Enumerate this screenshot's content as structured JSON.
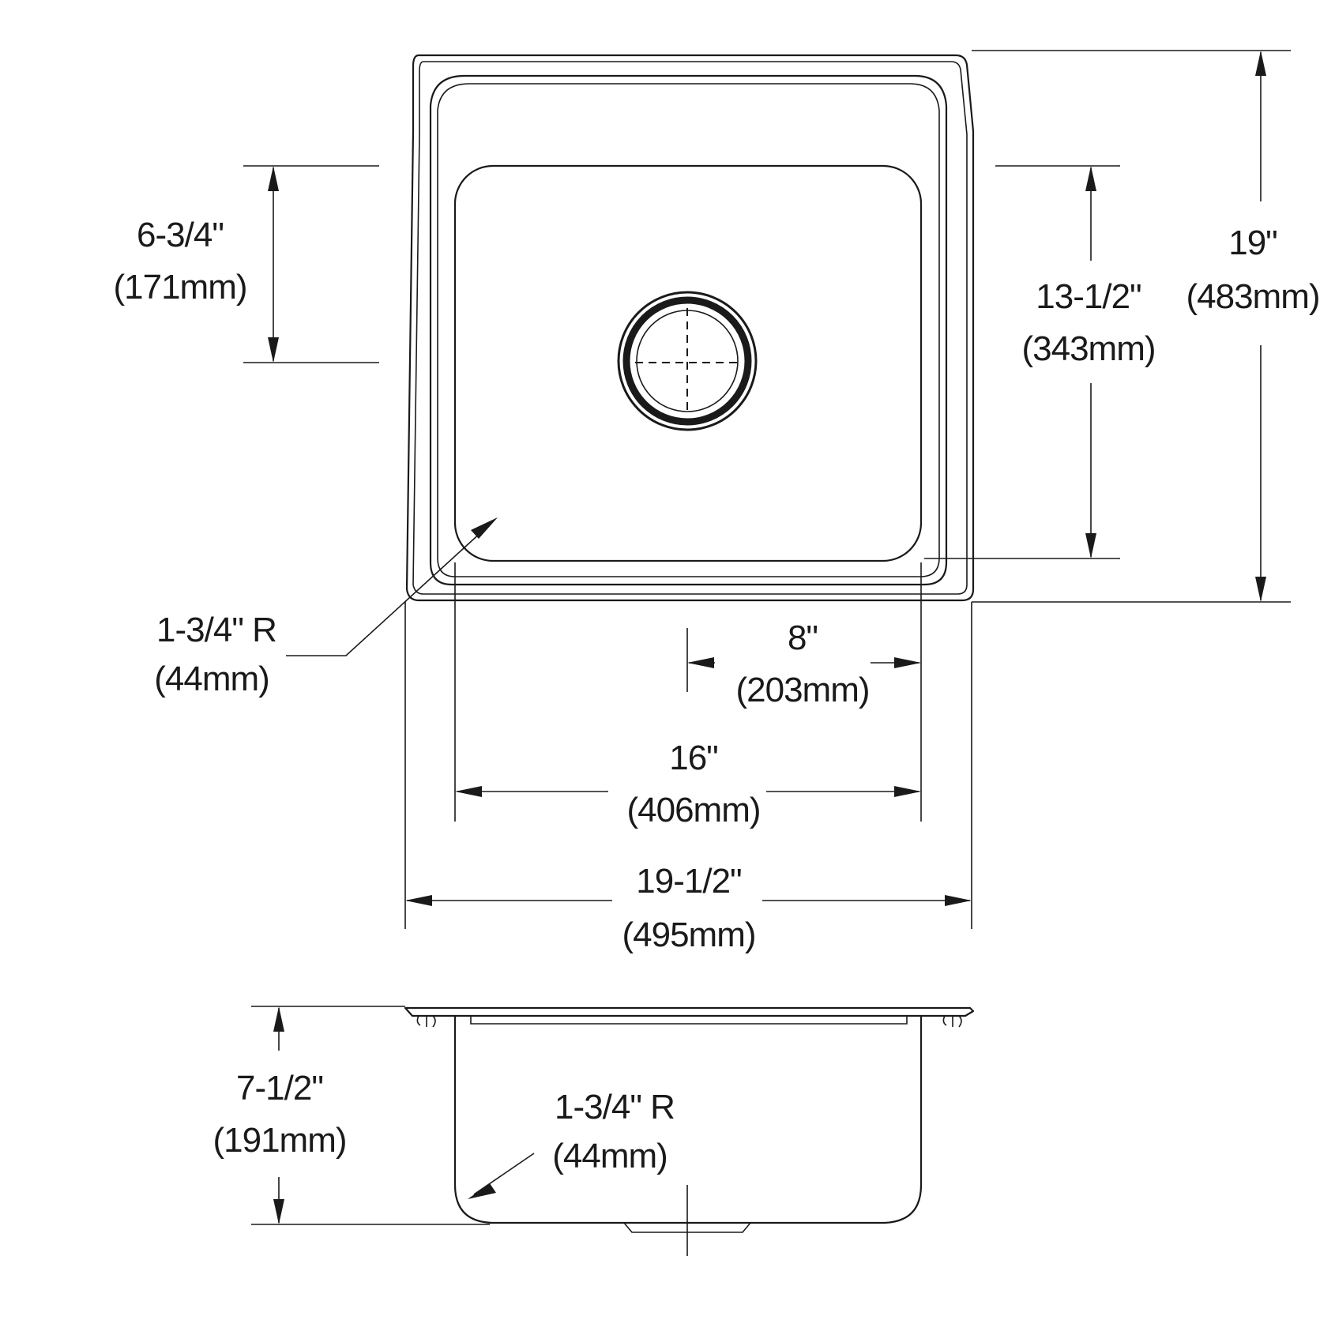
{
  "top_view": {
    "overall_length": {
      "imperial": "19\"",
      "metric": "(483mm)"
    },
    "overall_width": {
      "imperial": "19-1/2\"",
      "metric": "(495mm)"
    },
    "bowl_length": {
      "imperial": "13-1/2\"",
      "metric": "(343mm)"
    },
    "bowl_width": {
      "imperial": "16\"",
      "metric": "(406mm)"
    },
    "drain_to_back": {
      "imperial": "6-3/4\"",
      "metric": "(171mm)"
    },
    "drain_to_side": {
      "imperial": "8\"",
      "metric": "(203mm)"
    },
    "corner_radius": {
      "imperial": "1-3/4\" R",
      "metric": "(44mm)"
    }
  },
  "side_view": {
    "bowl_depth": {
      "imperial": "7-1/2\"",
      "metric": "(191mm)"
    },
    "bottom_radius": {
      "imperial": "1-3/4\" R",
      "metric": "(44mm)"
    }
  }
}
